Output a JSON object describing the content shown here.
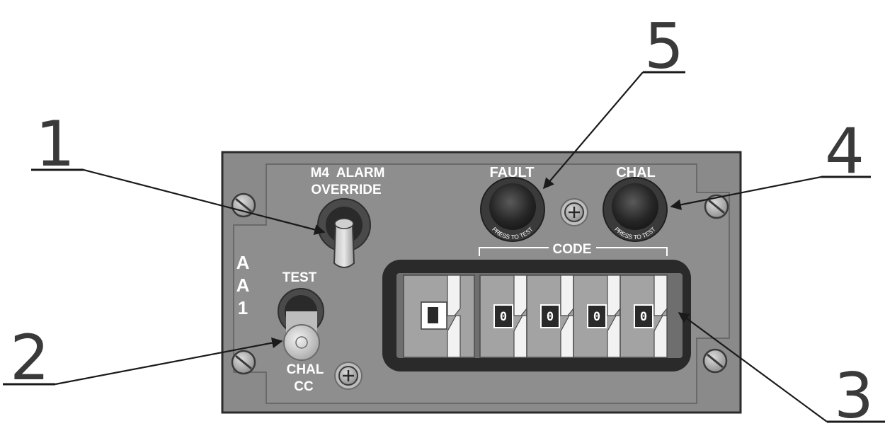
{
  "panel": {
    "switch_label_line1": "M4  ALARM",
    "switch_label_line2": "OVERRIDE",
    "side_label": [
      "A",
      "A",
      "1"
    ],
    "test_label": "TEST",
    "chal_label": "CHAL",
    "cc_label": "CC",
    "fault_label": "FAULT",
    "chal_light_label": "CHAL",
    "press_to_test": "PRESS TO TEST",
    "code_label": "CODE",
    "code_digits": [
      "0",
      "0",
      "0",
      "0"
    ]
  },
  "callouts": [
    "1",
    "2",
    "3",
    "4",
    "5"
  ],
  "colors": {
    "panel_bg": "#8a8a8a",
    "panel_border": "#2b2b2b",
    "light_dark": "#2a2a2a",
    "label_text": "#ffffff"
  }
}
